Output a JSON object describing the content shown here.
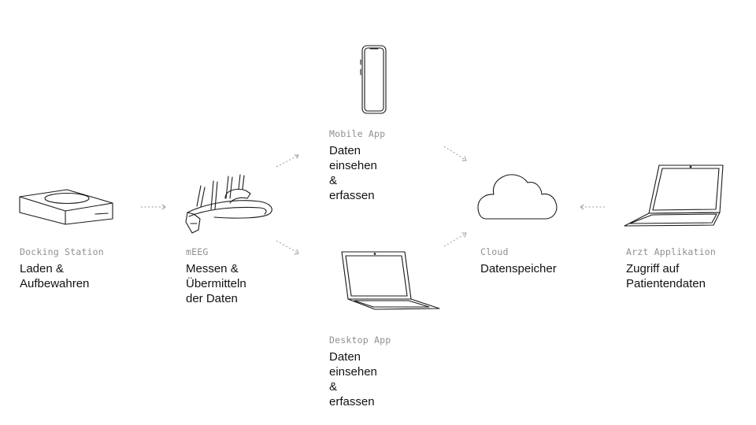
{
  "nodes": {
    "docking": {
      "caption": "Docking Station",
      "description": "Laden &\nAufbewahren",
      "icon": "docking-station-icon"
    },
    "meeg": {
      "caption": "mEEG",
      "description": "Messen &\nÜbermitteln\nder Daten",
      "icon": "eeg-headset-icon"
    },
    "mobile": {
      "caption": "Mobile App",
      "description": "Daten einsehen\n& erfassen",
      "icon": "smartphone-icon"
    },
    "desktop": {
      "caption": "Desktop App",
      "description": "Daten einsehen\n& erfassen",
      "icon": "laptop-icon"
    },
    "cloud": {
      "caption": "Cloud",
      "description": "Datenspeicher",
      "icon": "cloud-icon"
    },
    "arzt": {
      "caption": "Arzt Applikation",
      "description": "Zugriff auf\nPatientendaten",
      "icon": "laptop-icon"
    }
  },
  "colors": {
    "line": "#1a1a1a",
    "caption": "#8f8f8f",
    "text": "#111111",
    "arrow": "#9a9a9a"
  }
}
